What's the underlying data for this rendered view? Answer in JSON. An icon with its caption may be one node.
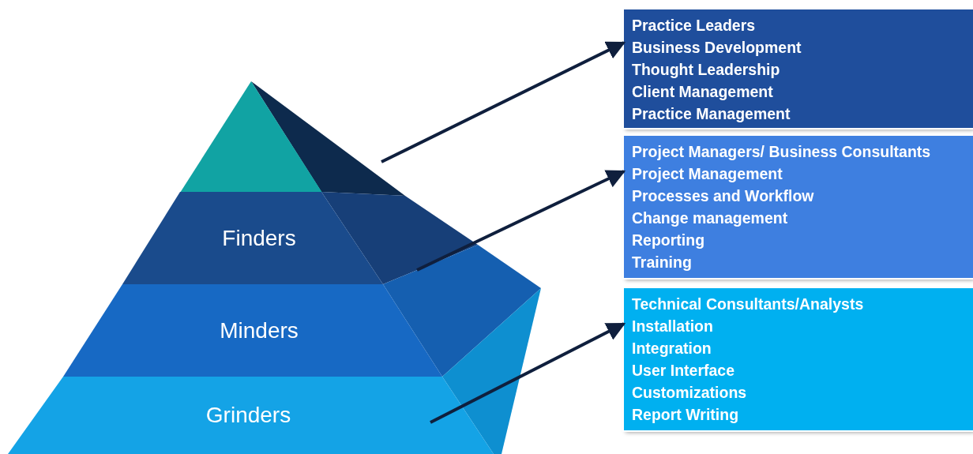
{
  "diagram": {
    "nodes": [
      {
        "text": [],
        "shape": "triangle"
      },
      {
        "text": [
          "Finders"
        ]
      },
      {
        "text": [
          "Minders"
        ]
      },
      {
        "text": [
          "Grinders"
        ]
      },
      {
        "text": [
          "Practice Leaders",
          "Business Development",
          "Thought Leadership",
          "Client Management",
          "Practice Management"
        ]
      },
      {
        "text": [
          "Project Managers/ Business Consultants",
          "Project Management",
          "Processes and Workflow",
          "Change management",
          "Reporting",
          "Training"
        ]
      },
      {
        "text": [
          "Technical Consultants/Analysts",
          "Installation",
          "Integration",
          "User Interface",
          "Customizations",
          "Report Writing"
        ]
      }
    ],
    "edges": [
      {
        "from": 0,
        "to": 4,
        "arrow": "to"
      },
      {
        "from": 1,
        "to": 5,
        "arrow": "to"
      },
      {
        "from": 3,
        "to": 6,
        "arrow": "to"
      }
    ]
  }
}
